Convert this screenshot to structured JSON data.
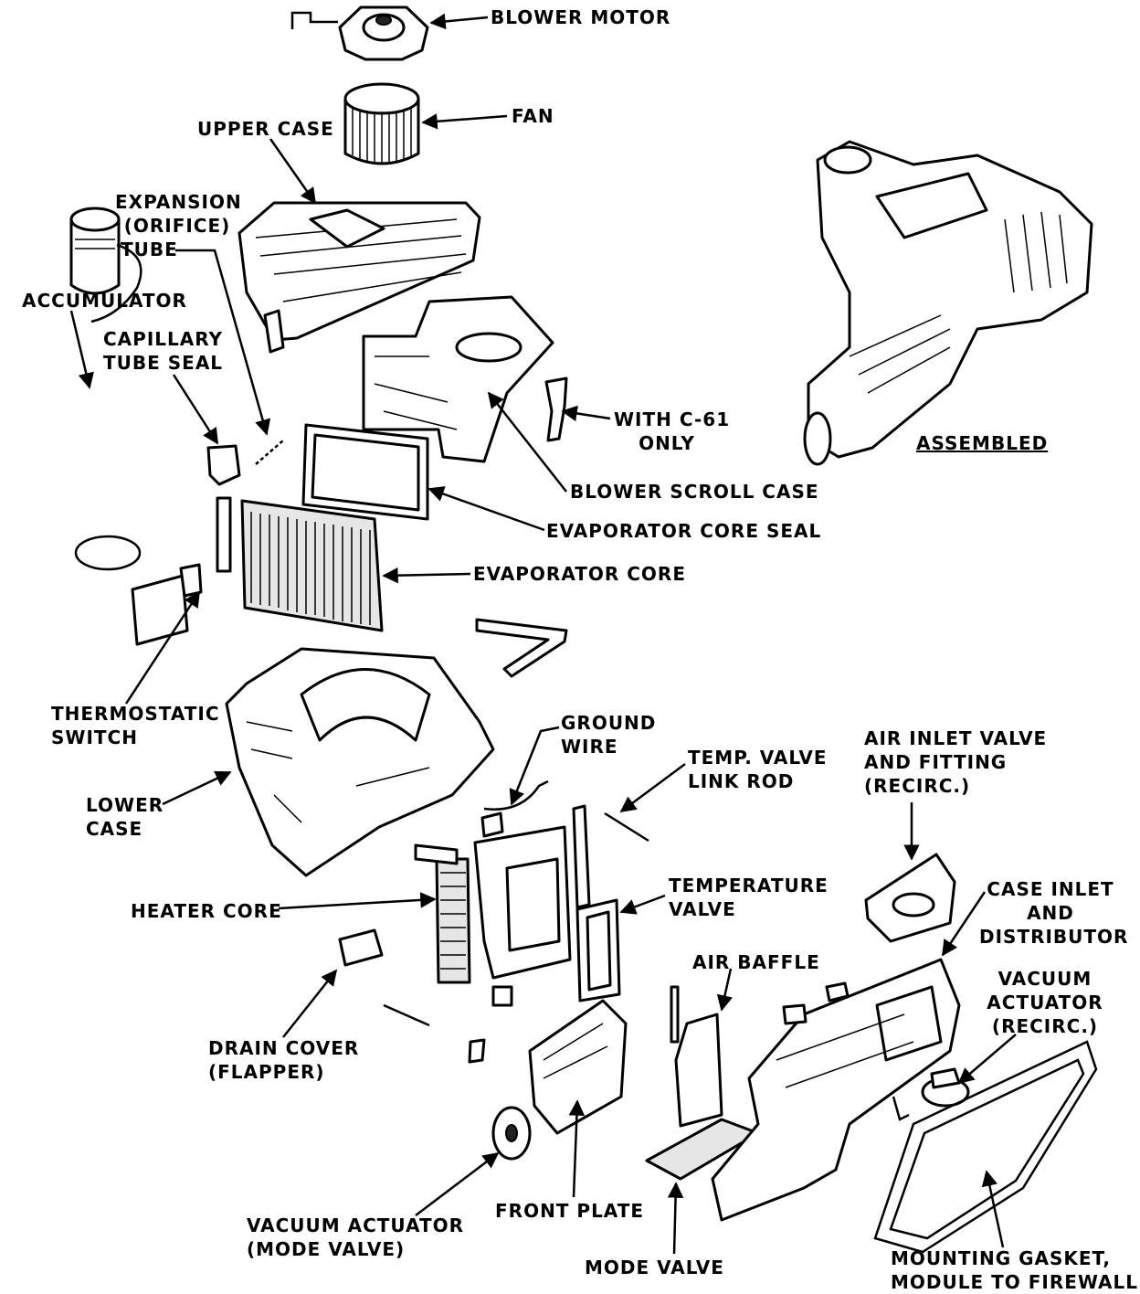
{
  "labels": {
    "blower_motor": "BLOWER MOTOR",
    "fan": "FAN",
    "upper_case": "UPPER CASE",
    "expansion_tube": [
      "EXPANSION",
      "(ORIFICE)",
      "TUBE"
    ],
    "accumulator": "ACCUMULATOR",
    "capillary_tube_seal": [
      "CAPILLARY",
      "TUBE SEAL"
    ],
    "with_c61": [
      "WITH C-61",
      "ONLY"
    ],
    "assembled": "ASSEMBLED",
    "blower_scroll_case": "BLOWER SCROLL CASE",
    "evaporator_core_seal": "EVAPORATOR CORE SEAL",
    "evaporator_core": "EVAPORATOR CORE",
    "thermostatic_switch": [
      "THERMOSTATIC",
      "SWITCH"
    ],
    "ground_wire": [
      "GROUND",
      "WIRE"
    ],
    "temp_valve_link_rod": [
      "TEMP. VALVE",
      "LINK ROD"
    ],
    "air_inlet_valve": [
      "AIR INLET VALVE",
      "AND FITTING",
      "(RECIRC.)"
    ],
    "lower_case": [
      "LOWER",
      "CASE"
    ],
    "temperature_valve": [
      "TEMPERATURE",
      "VALVE"
    ],
    "case_inlet_distributor": [
      "CASE INLET",
      "AND",
      "DISTRIBUTOR"
    ],
    "heater_core": "HEATER CORE",
    "air_baffle": "AIR BAFFLE",
    "vacuum_actuator_recirc": [
      "VACUUM",
      "ACTUATOR",
      "(RECIRC.)"
    ],
    "drain_cover": [
      "DRAIN COVER",
      "(FLAPPER)"
    ],
    "vacuum_actuator_mode": [
      "VACUUM ACTUATOR",
      "(MODE VALVE)"
    ],
    "front_plate": "FRONT PLATE",
    "mode_valve": "MODE VALVE",
    "mounting_gasket": [
      "MOUNTING GASKET,",
      "MODULE TO FIREWALL"
    ]
  }
}
